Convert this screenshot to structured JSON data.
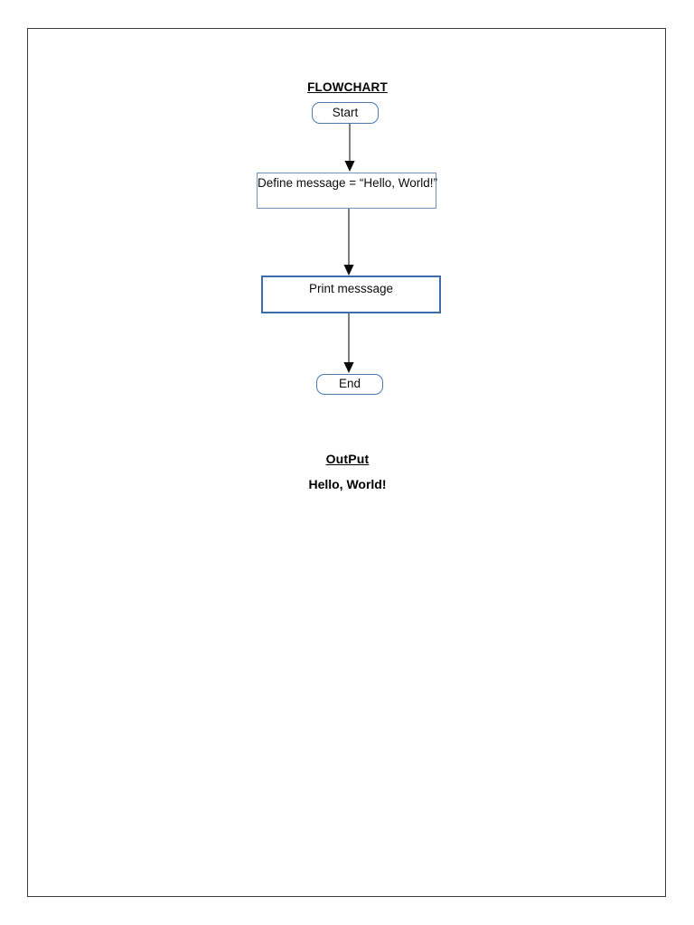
{
  "document": {
    "title": "FLOWCHART",
    "output_heading": "OutPut",
    "output_value": "Hello, World!"
  },
  "colors": {
    "terminator_border": "#4a7ab0",
    "process_border_thin": "#6f93bd",
    "process_border_thick": "#3d6da8",
    "arrow_line": "#5f5f5f",
    "arrow_head": "#0a0a0a",
    "page_border": "#3b3b3f",
    "text": "#0d0d0d",
    "page_background": "#ffffff"
  },
  "flowchart": {
    "type": "flowchart",
    "orientation": "top-to-bottom",
    "nodes": [
      {
        "id": "start",
        "shape": "terminator",
        "label": "Start"
      },
      {
        "id": "define",
        "shape": "process",
        "label": "Define message = “Hello, World!”"
      },
      {
        "id": "print",
        "shape": "process",
        "label": "Print messsage"
      },
      {
        "id": "end",
        "shape": "terminator",
        "label": "End"
      }
    ],
    "edges": [
      {
        "id": "conn-1",
        "from": "start",
        "to": "define",
        "arrow": "down"
      },
      {
        "id": "conn-2",
        "from": "define",
        "to": "print",
        "arrow": "down"
      },
      {
        "id": "conn-3",
        "from": "print",
        "to": "end",
        "arrow": "down"
      }
    ]
  }
}
